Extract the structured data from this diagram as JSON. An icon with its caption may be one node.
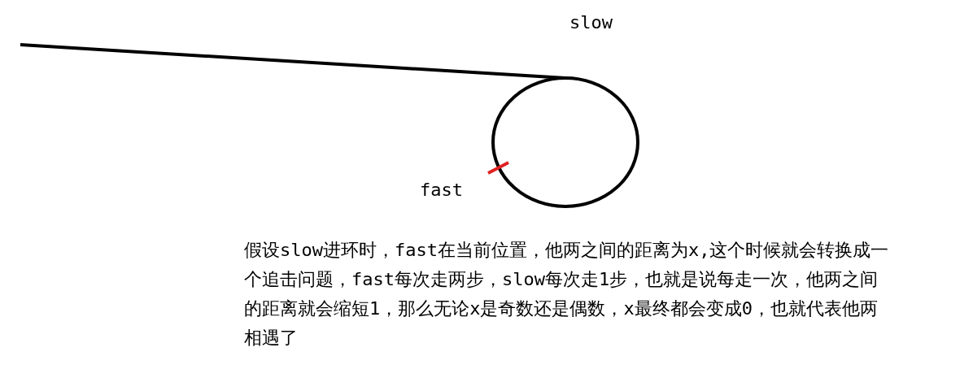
{
  "diagram": {
    "labels": [
      "slow",
      "fast",
      "假设slow进环时，fast在当前位置，他两之间的距离为x,这个时候就会转换成一个追击问题，fast每次走两步，slow每次走1步，也就是说每走一次，他两之间的距离就会缩短1，那么无论x是奇数还是偶数，x最终都会变成0，也就代表他两相遇了"
    ]
  }
}
